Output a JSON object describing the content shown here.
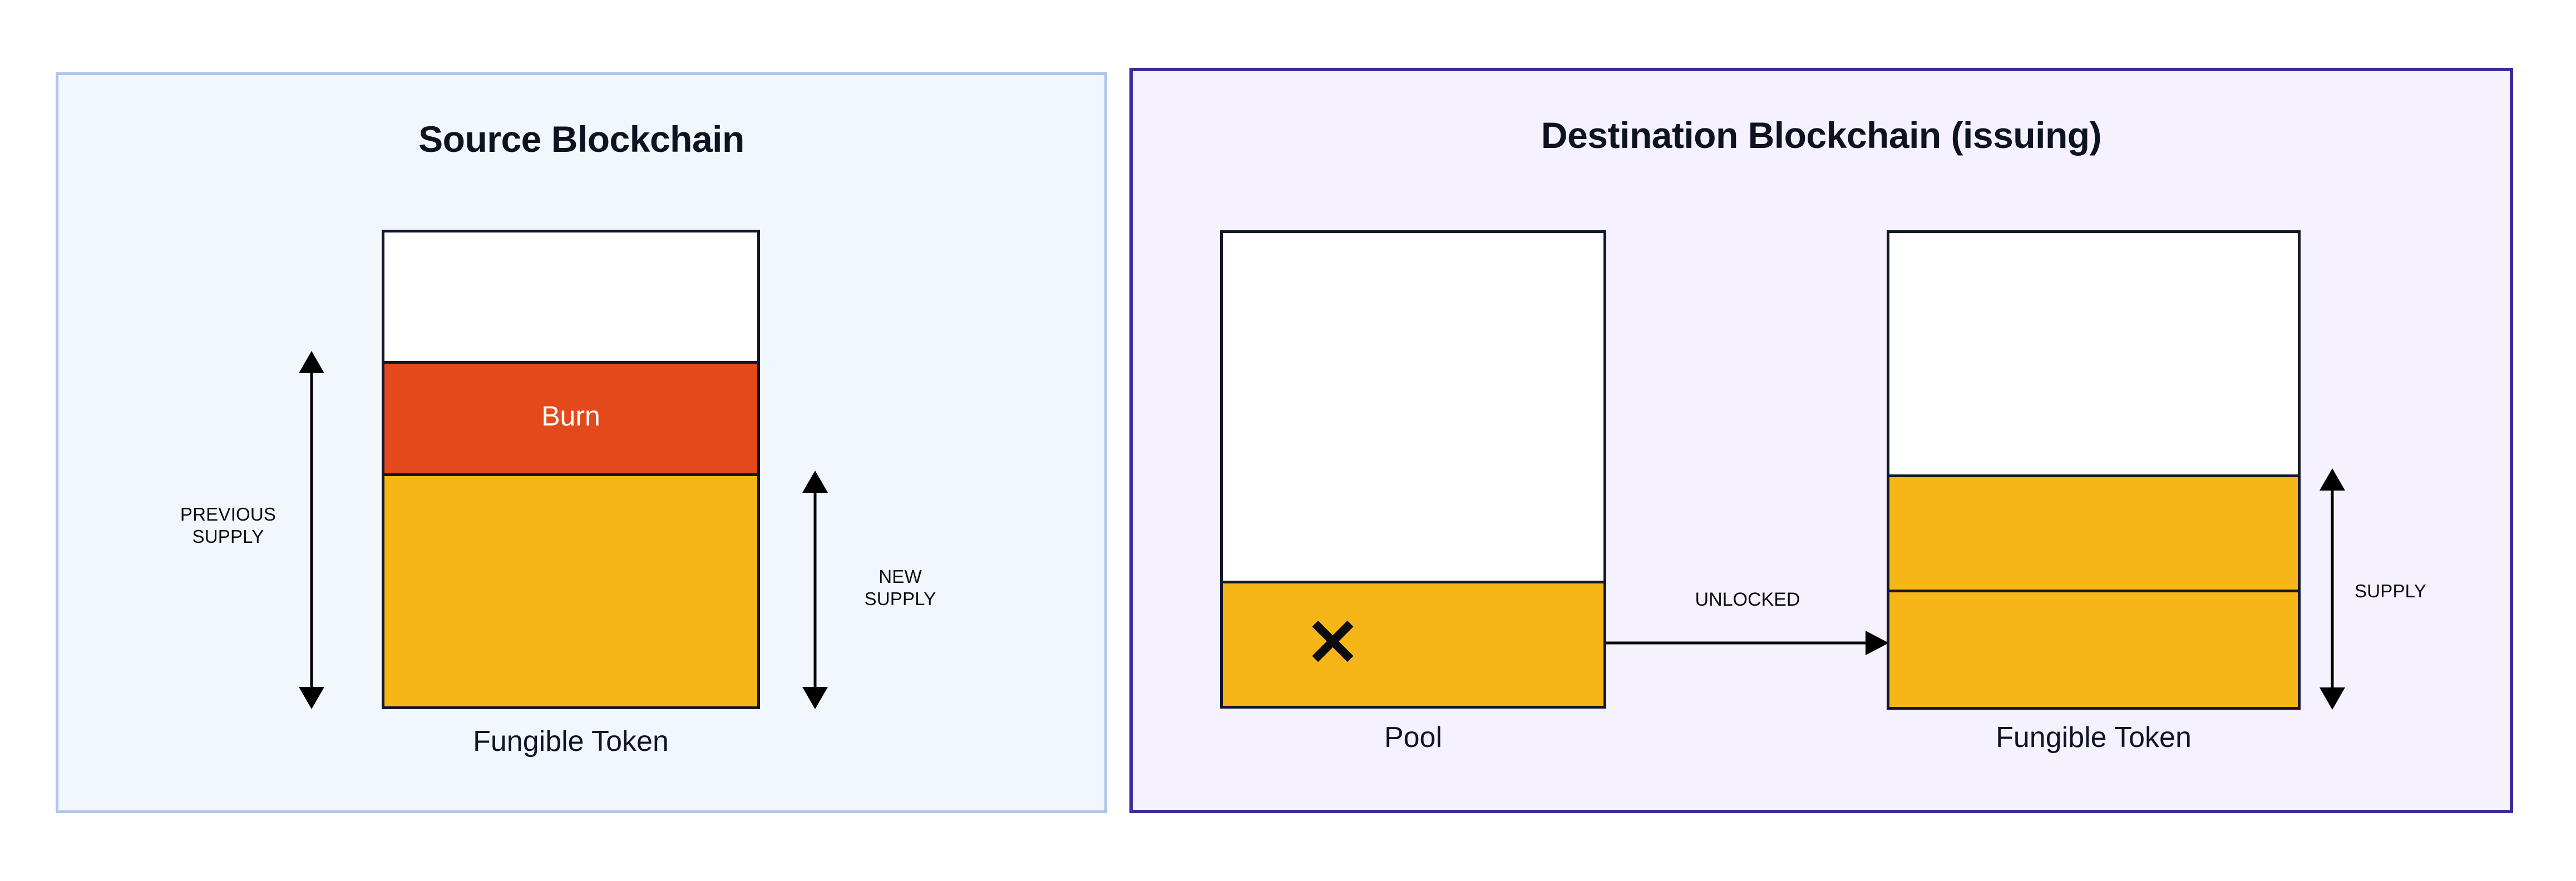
{
  "diagram": {
    "title_semantics": "token-bridge-burn-and-unlock",
    "colors": {
      "burn": "#E4491B",
      "token_gold": "#F7B617",
      "source_panel_border": "#AEC3EE",
      "source_panel_fill": "#F2F7FE",
      "dest_panel_border": "#3C2B9E",
      "dest_panel_fill": "#F5F2FD",
      "box_stroke": "#111827",
      "text": "#101425"
    }
  },
  "source_panel": {
    "title": "Source Blockchain",
    "box": {
      "caption": "Fungible Token",
      "segments": [
        {
          "name": "empty-headroom",
          "label": "",
          "fill": "white"
        },
        {
          "name": "burn",
          "label": "Burn",
          "fill": "burn"
        },
        {
          "name": "remaining-supply",
          "label": "",
          "fill": "gold"
        }
      ]
    },
    "measures": [
      {
        "name": "previous-supply",
        "label": "PREVIOUS\nSUPPLY"
      },
      {
        "name": "new-supply",
        "label": "NEW\nSUPPLY"
      }
    ]
  },
  "dest_panel": {
    "title": "Destination Blockchain (issuing)",
    "pool_box": {
      "caption": "Pool",
      "mark": "✕",
      "mark_icon_name": "cross-mark-icon",
      "segments": [
        {
          "name": "empty-headroom",
          "label": "",
          "fill": "white"
        },
        {
          "name": "pooled-tokens",
          "label": "",
          "fill": "gold"
        }
      ]
    },
    "token_box": {
      "caption": "Fungible Token",
      "segments": [
        {
          "name": "empty-headroom",
          "label": "",
          "fill": "white"
        },
        {
          "name": "newly-unlocked",
          "label": "",
          "fill": "gold"
        },
        {
          "name": "existing-supply",
          "label": "",
          "fill": "gold"
        }
      ]
    },
    "flow": {
      "name": "unlocked-arrow",
      "label": "UNLOCKED"
    },
    "measures": [
      {
        "name": "supply",
        "label": "SUPPLY"
      }
    ]
  }
}
